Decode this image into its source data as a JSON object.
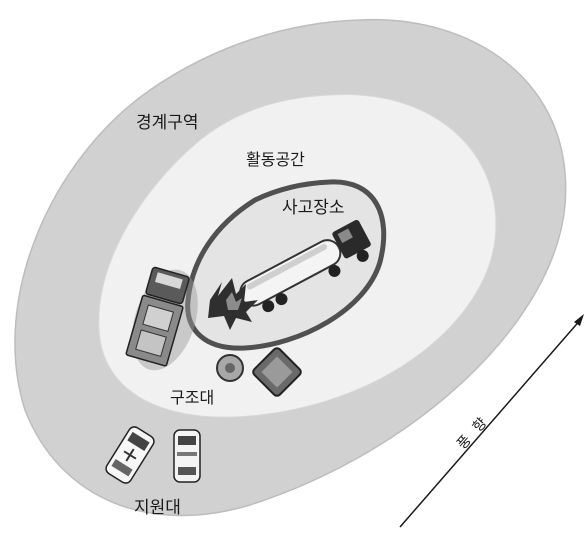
{
  "zones": {
    "warning_zone": "경계구역",
    "activity_space": "활동공간",
    "accident_site": "사고장소",
    "rescue_team": "구조대",
    "support_team": "지원대"
  },
  "wind": {
    "label": "풍 향"
  },
  "icons": [
    "tanker-truck-icon",
    "fire-icon",
    "fire-truck-icon",
    "ambulance-icon",
    "police-car-icon",
    "rescue-equipment-icon"
  ],
  "colors": {
    "outer_zone": "#cfcfcf",
    "middle_zone": "#eeeeee",
    "inner_zone": "#e2e2e2",
    "boundary": "#555555"
  }
}
